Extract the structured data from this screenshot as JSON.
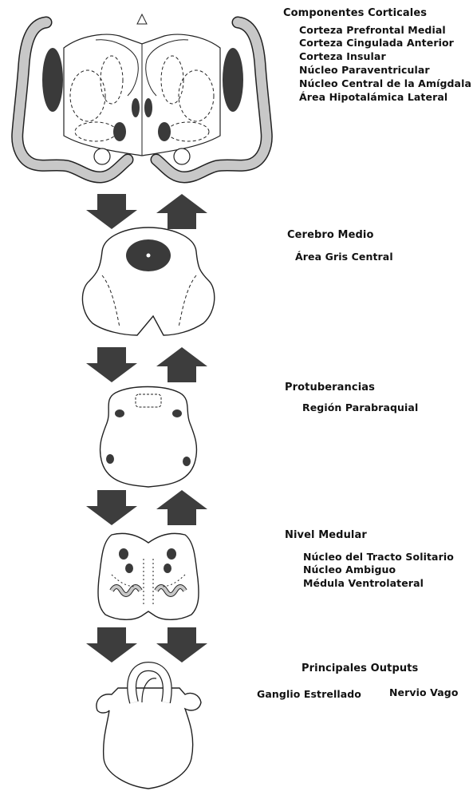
{
  "sections": {
    "cortical": {
      "title": "Componentes Corticales",
      "items": [
        "Corteza Prefrontal Medial",
        "Corteza Cingulada Anterior",
        "Corteza Insular",
        "Núcleo Paraventricular",
        "Núcleo Central de la Amígdala",
        "Área Hipotalámica Lateral"
      ]
    },
    "midbrain": {
      "title": "Cerebro Medio",
      "items": [
        "Área Gris Central"
      ]
    },
    "pons": {
      "title": "Protuberancias",
      "items": [
        "Región Parabraquial"
      ]
    },
    "medulla": {
      "title": "Nivel Medular",
      "items": [
        "Núcleo del Tracto Solitario",
        "Núcleo Ambiguo",
        "Médula Ventrolateral"
      ]
    },
    "outputs": {
      "title": "Principales Outputs",
      "left": "Ganglio Estrellado",
      "right": "Nervio Vago"
    }
  },
  "colors": {
    "outline": "#222222",
    "light_cortex": "#c8c8c8",
    "nucleus": "#3a3a3a",
    "arrow": "#3d3d3d"
  }
}
